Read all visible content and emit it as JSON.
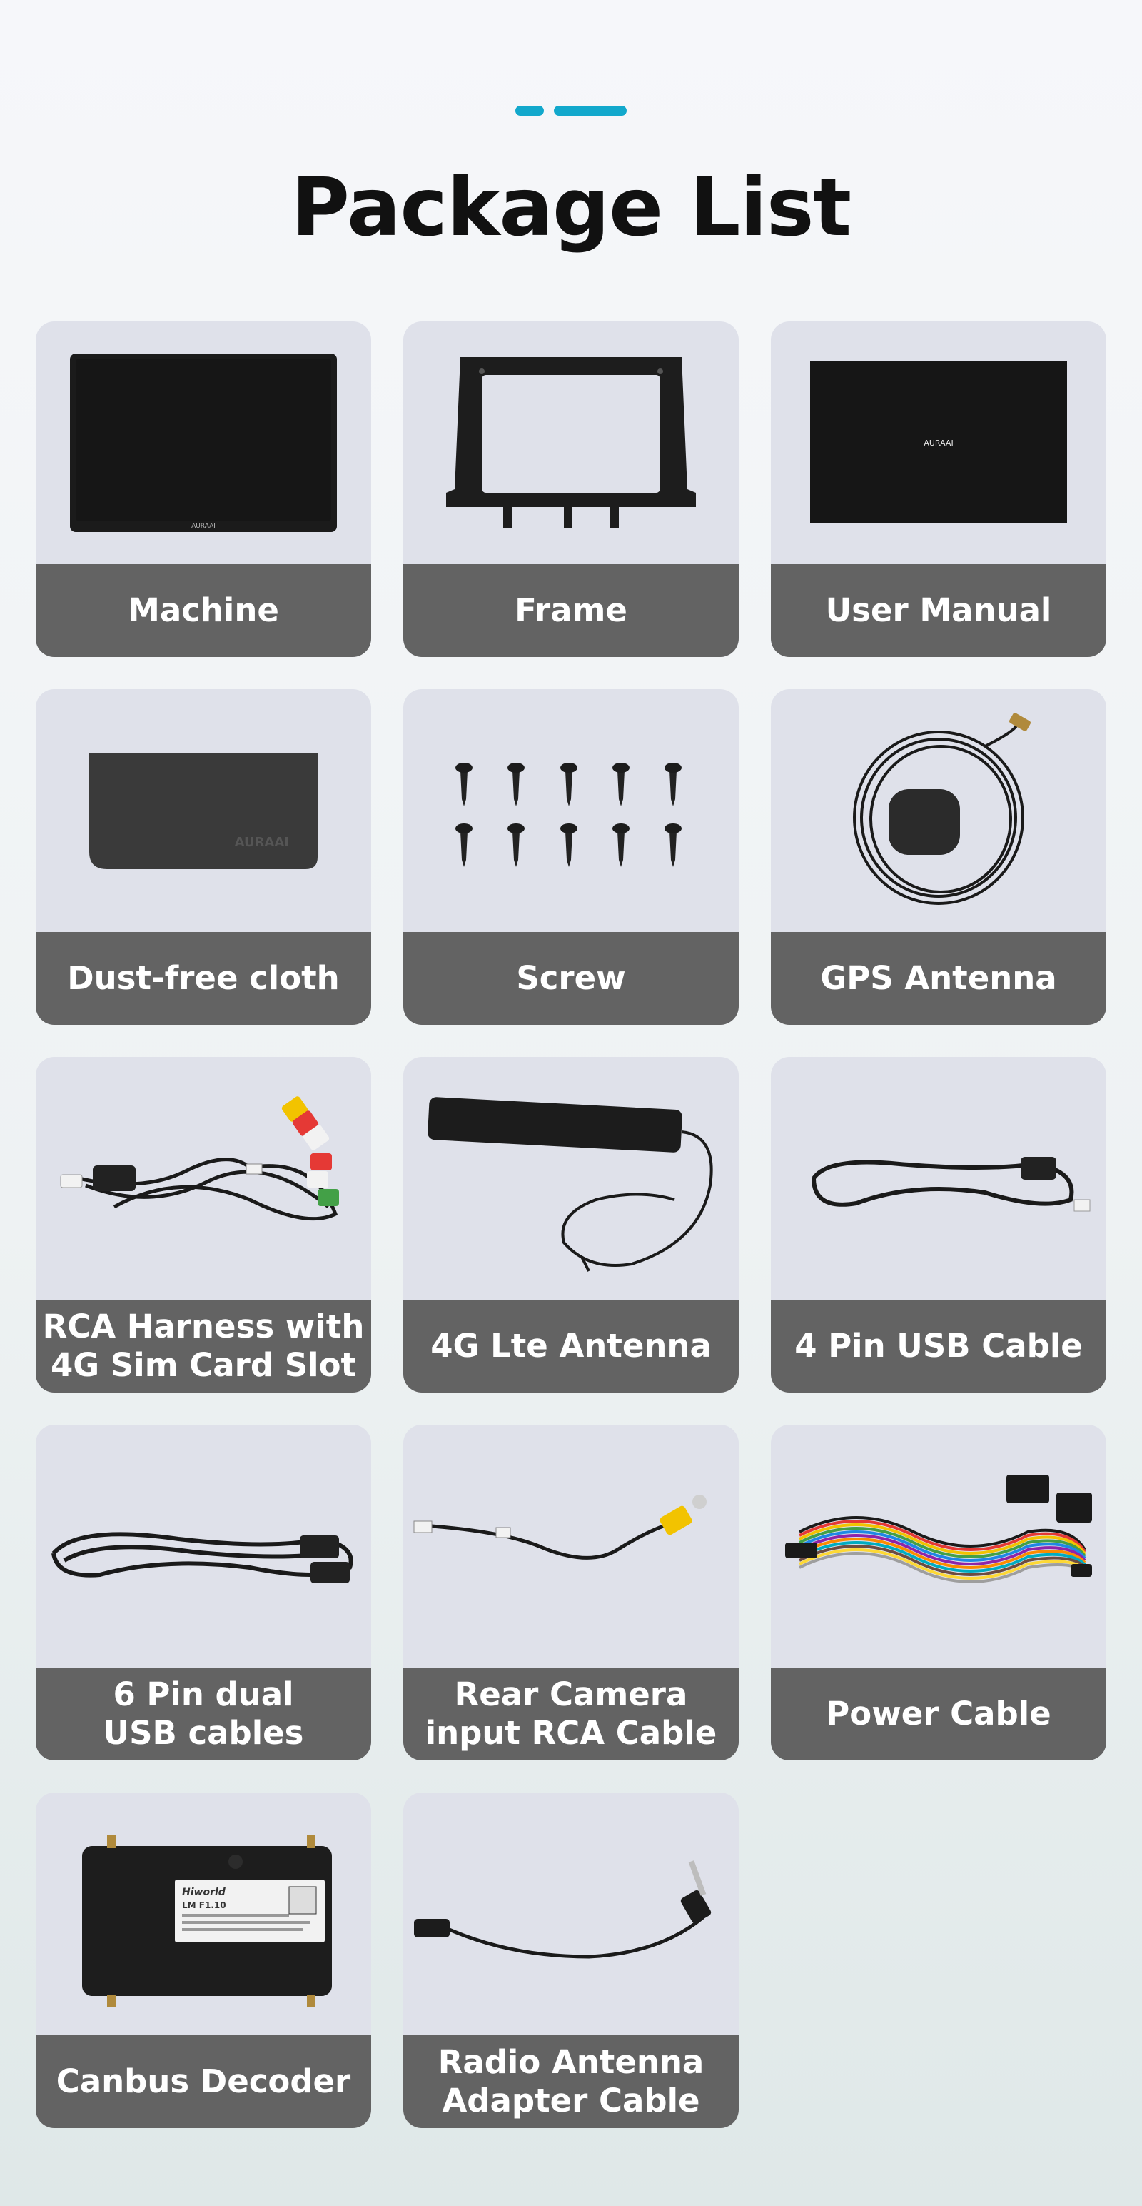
{
  "header": {
    "title": "Package List"
  },
  "items": [
    {
      "label": "Machine",
      "icon": "machine-icon"
    },
    {
      "label": "Frame",
      "icon": "frame-icon"
    },
    {
      "label": "User Manual",
      "icon": "user-manual-icon"
    },
    {
      "label": "Dust-free cloth",
      "icon": "cloth-icon"
    },
    {
      "label": "Screw",
      "icon": "screw-icon"
    },
    {
      "label": "GPS Antenna",
      "icon": "gps-antenna-icon"
    },
    {
      "label": "RCA Harness with\n4G Sim Card Slot",
      "icon": "rca-harness-icon"
    },
    {
      "label": "4G Lte Antenna",
      "icon": "4g-antenna-icon"
    },
    {
      "label": "4 Pin USB Cable",
      "icon": "usb-cable-icon"
    },
    {
      "label": "6 Pin dual\nUSB cables",
      "icon": "dual-usb-cable-icon"
    },
    {
      "label": "Rear Camera\ninput RCA Cable",
      "icon": "rca-cable-icon"
    },
    {
      "label": "Power Cable",
      "icon": "power-cable-icon"
    },
    {
      "label": "Canbus Decoder",
      "icon": "canbus-decoder-icon"
    },
    {
      "label": "Radio Antenna\nAdapter Cable",
      "icon": "radio-antenna-cable-icon"
    }
  ],
  "brand": {
    "logo_text": "AURAAI",
    "decoder_brand": "Hiworld",
    "decoder_model": "LM F1.10"
  },
  "colors": {
    "accent": "#12a8cc",
    "label_bg": "#636363",
    "card_bg": "#dfe1ea"
  }
}
